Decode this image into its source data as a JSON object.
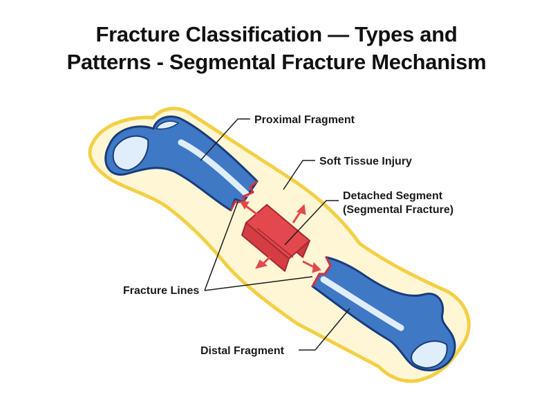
{
  "title": {
    "line1": "Fracture Classification — Types and",
    "line2": "Patterns - Segmental Fracture Mechanism"
  },
  "labels": {
    "proximal_fragment": "Proximal Fragment",
    "soft_tissue_injury": "Soft Tissue Injury",
    "detached_segment_line1": "Detached Segment",
    "detached_segment_line2": "(Segmental Fracture)",
    "fracture_lines": "Fracture Lines",
    "distal_fragment": "Distal Fragment"
  },
  "colors": {
    "bone_blue": "#3f78c4",
    "bone_outline": "#173c7a",
    "marrow": "#dfeefa",
    "soft_tissue": "#f3cf45",
    "segment_red": "#e2484d",
    "fracture_red": "#d8323a"
  }
}
